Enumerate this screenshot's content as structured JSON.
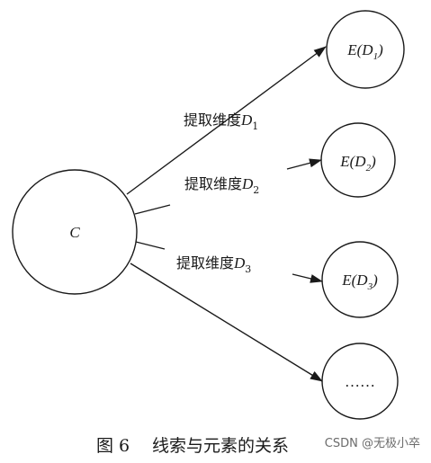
{
  "nodes": {
    "center": {
      "label": "C"
    },
    "e1": {
      "label_prefix": "E(D",
      "label_sub": "1",
      "label_suffix": ")"
    },
    "e2": {
      "label_prefix": "E(D",
      "label_sub": "2",
      "label_suffix": ")"
    },
    "e3": {
      "label_prefix": "E(D",
      "label_sub": "3",
      "label_suffix": ")"
    },
    "e4": {
      "label": "……"
    }
  },
  "edges": [
    {
      "text": "提取维度",
      "var": "D",
      "sub": "1"
    },
    {
      "text": "提取维度",
      "var": "D",
      "sub": "2"
    },
    {
      "text": "提取维度",
      "var": "D",
      "sub": "3"
    }
  ],
  "caption": {
    "figure_label": "图 6",
    "title": "线索与元素的关系"
  },
  "watermark": "CSDN @无极小卒"
}
